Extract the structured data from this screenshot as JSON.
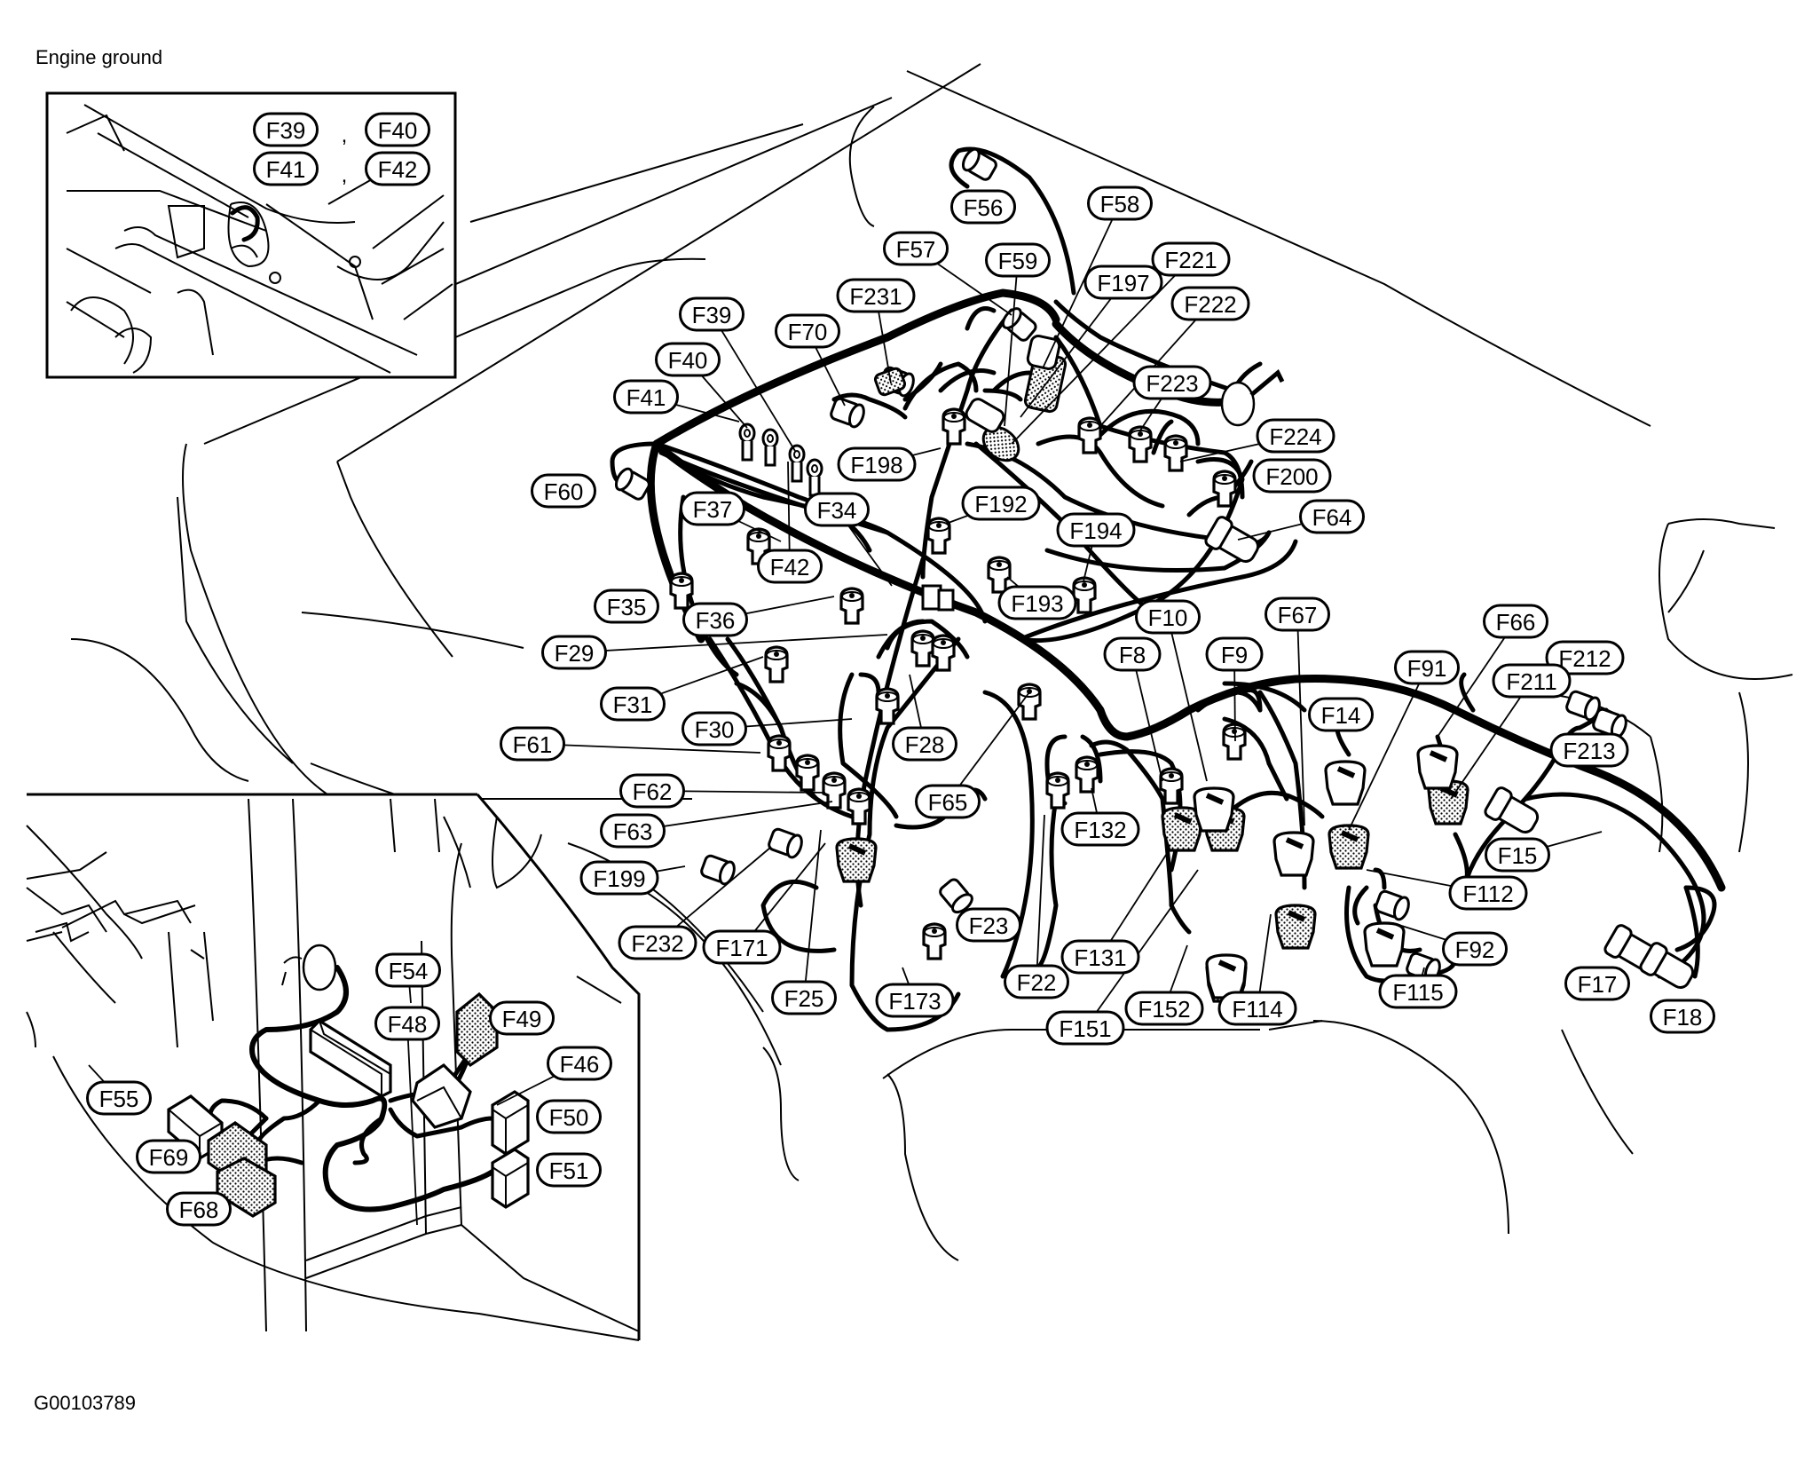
{
  "figure": {
    "title": "Engine compartment harness connector locations",
    "figure_id": "G00103789"
  },
  "inset_engine_ground": {
    "title": "Engine ground",
    "labels": [
      "F39",
      "F40",
      "F41",
      "F42"
    ],
    "separator": ","
  },
  "main_view": {
    "labels": [
      "F56",
      "F58",
      "F57",
      "F59",
      "F221",
      "F197",
      "F222",
      "F231",
      "F39",
      "F70",
      "F40",
      "F41",
      "F223",
      "F224",
      "F198",
      "F60",
      "F200",
      "F192",
      "F37",
      "F34",
      "F64",
      "F194",
      "F42",
      "F193",
      "F35",
      "F36",
      "F10",
      "F67",
      "F66",
      "F29",
      "F8",
      "F9",
      "F212",
      "F91",
      "F211",
      "F31",
      "F14",
      "F213",
      "F30",
      "F28",
      "F61",
      "F65",
      "F62",
      "F132",
      "F63",
      "F15",
      "F112",
      "F199",
      "F23",
      "F232",
      "F171",
      "F131",
      "F92",
      "F25",
      "F173",
      "F22",
      "F115",
      "F17",
      "F152",
      "F114",
      "F18",
      "F151"
    ]
  },
  "inset_lower_left": {
    "labels": [
      "F54",
      "F48",
      "F49",
      "F46",
      "F55",
      "F50",
      "F69",
      "F51",
      "F68"
    ]
  }
}
